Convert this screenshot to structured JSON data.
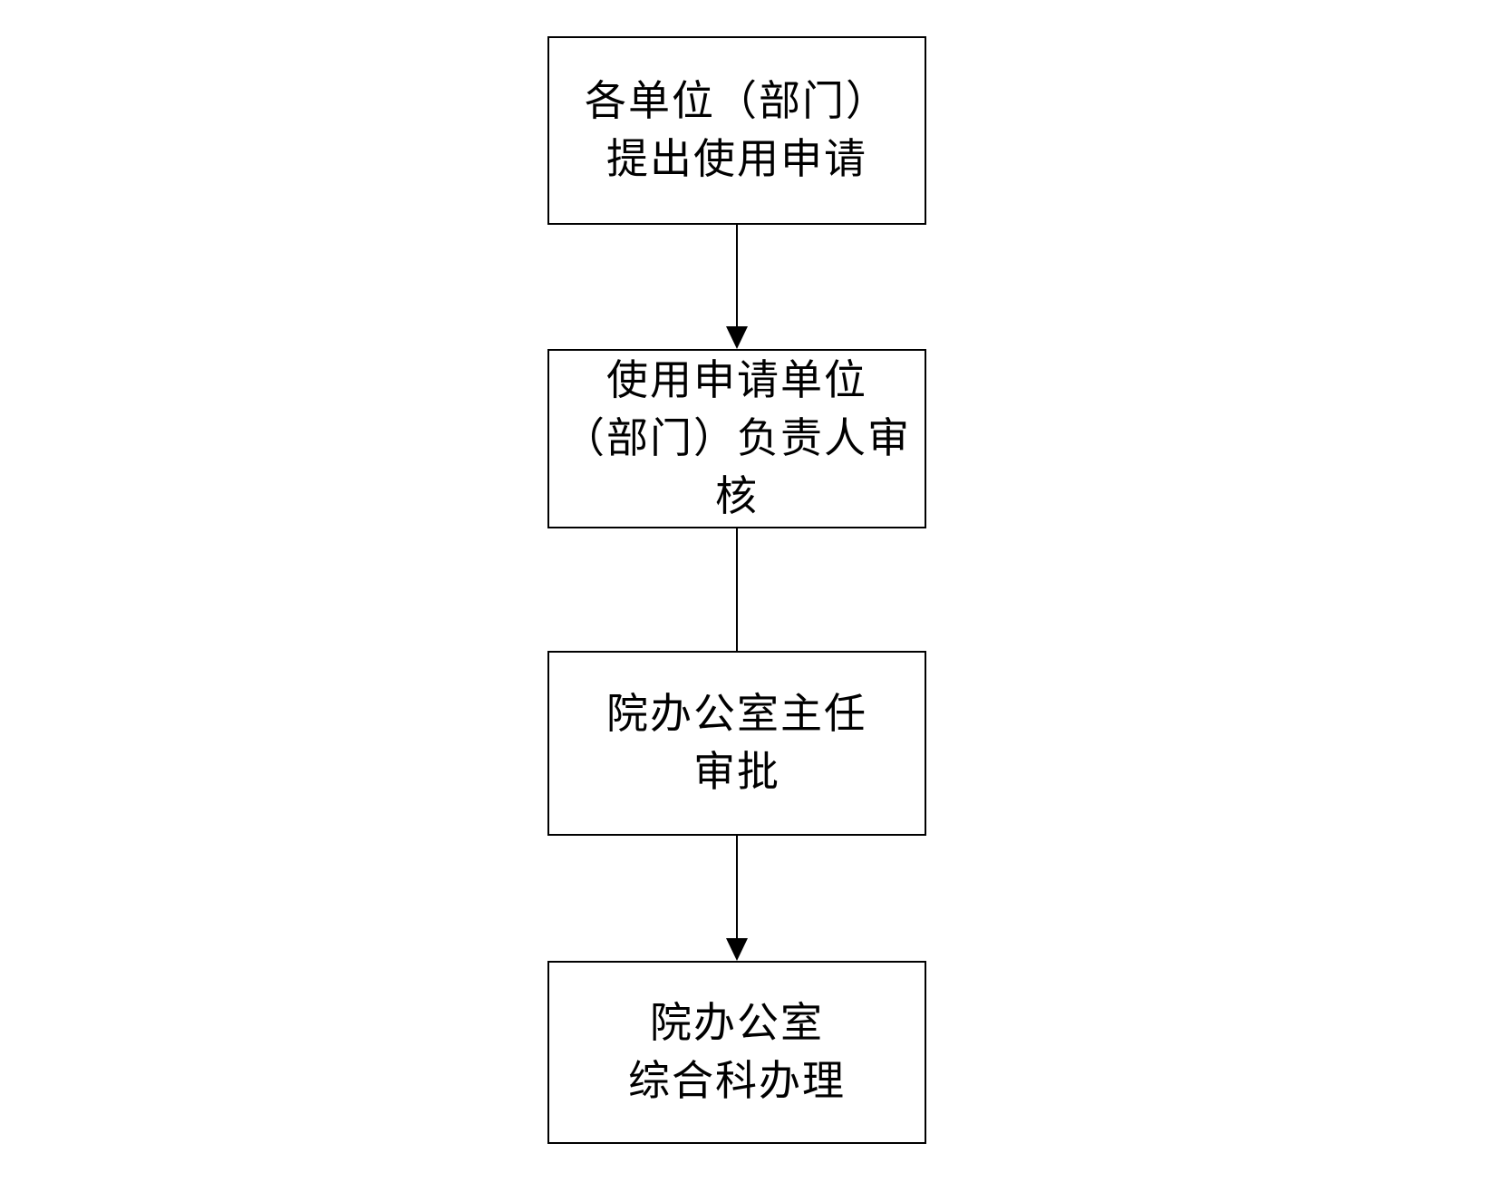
{
  "diagram": {
    "type": "flowchart",
    "direction": "top-down",
    "colors": {
      "background": "#ffffff",
      "box_border": "#000000",
      "text": "#000000",
      "connector": "#000000"
    },
    "nodes": [
      {
        "id": "step1",
        "line1": "各单位（部门）",
        "line2": "提出使用申请"
      },
      {
        "id": "step2",
        "line1": "使用申请单位",
        "line2": "（部门）负责人审核"
      },
      {
        "id": "step3",
        "line1": "院办公室主任",
        "line2": "审批"
      },
      {
        "id": "step4",
        "line1": "院办公室",
        "line2": "综合科办理"
      }
    ],
    "edges": [
      {
        "from": "step1",
        "to": "step2",
        "arrowhead": true
      },
      {
        "from": "step2",
        "to": "step3",
        "arrowhead": false
      },
      {
        "from": "step3",
        "to": "step4",
        "arrowhead": true
      }
    ]
  }
}
